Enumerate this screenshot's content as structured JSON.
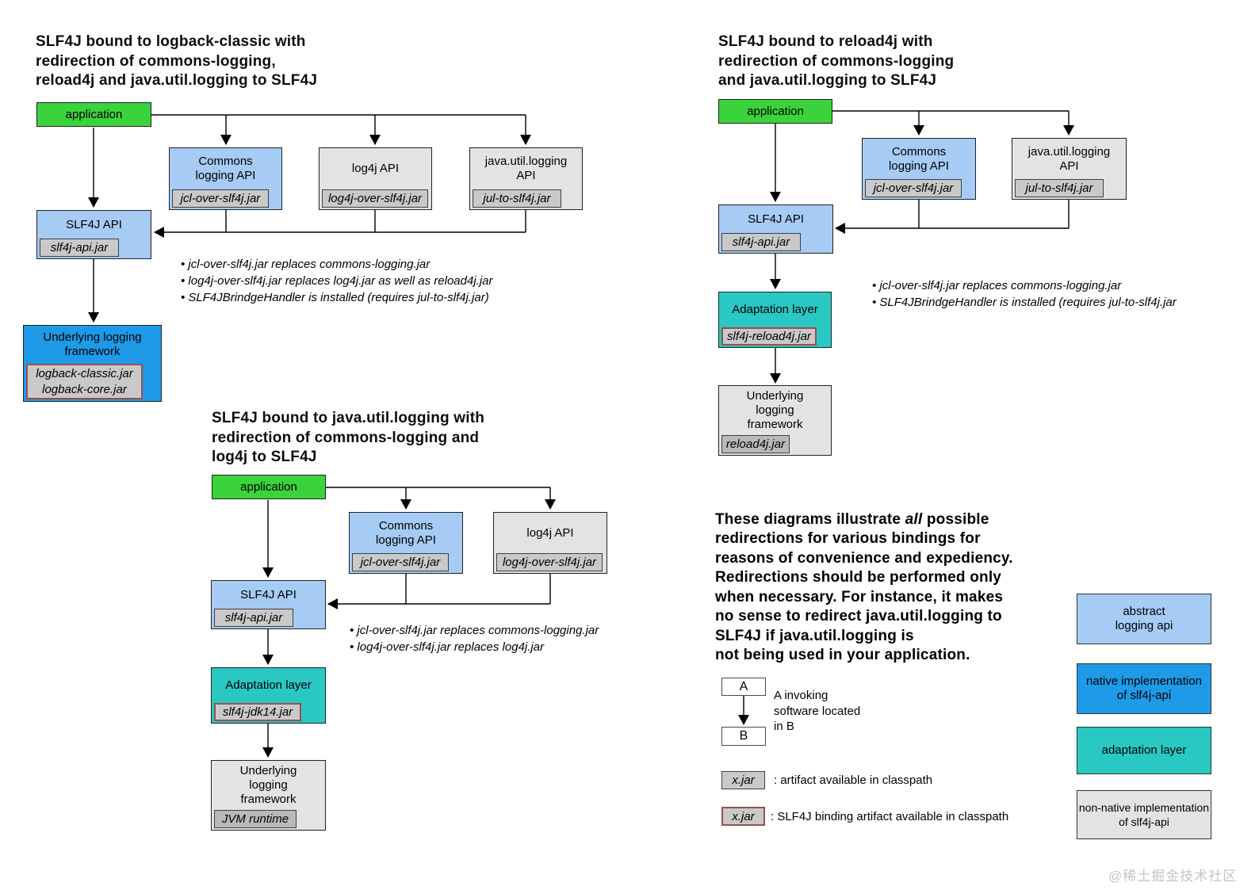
{
  "colors": {
    "application": "#3bd33b",
    "abstract_api": "#a6cbf5",
    "native_impl": "#1e9ae8",
    "adaptation": "#29c8c3",
    "non_native": "#e3e3e3",
    "jar_gray": "#c9c9c9",
    "jar_dark": "#b9b9b9",
    "binding_border": "#99504e"
  },
  "diagrams": [
    {
      "title": "SLF4J bound to logback-classic with\nredirection of commons-logging,\nreload4j and java.util.logging to SLF4J",
      "application": "application",
      "commons": {
        "label": "Commons\nlogging API",
        "jar": "jcl-over-slf4j.jar"
      },
      "log4j": {
        "label": "log4j API",
        "jar": "log4j-over-slf4j.jar"
      },
      "jul": {
        "label": "java.util.logging\nAPI",
        "jar": "jul-to-slf4j.jar"
      },
      "slf4j": {
        "label": "SLF4J API",
        "jar": "slf4j-api.jar"
      },
      "underlying": {
        "label": "Underlying logging\nframework",
        "jar": "logback-classic.jar\nlogback-core.jar"
      },
      "bullets": [
        "• jcl-over-slf4j.jar replaces commons-logging.jar",
        "• log4j-over-slf4j.jar replaces log4j.jar as well as reload4j.jar",
        "• SLF4JBrindgeHandler is installed (requires jul-to-slf4j.jar)"
      ]
    },
    {
      "title": "SLF4J bound to java.util.logging with\nredirection of commons-logging and\nlog4j to SLF4J",
      "application": "application",
      "commons": {
        "label": "Commons\nlogging API",
        "jar": "jcl-over-slf4j.jar"
      },
      "log4j": {
        "label": "log4j API",
        "jar": "log4j-over-slf4j.jar"
      },
      "slf4j": {
        "label": "SLF4J API",
        "jar": "slf4j-api.jar"
      },
      "adaptation": {
        "label": "Adaptation layer",
        "jar": "slf4j-jdk14.jar"
      },
      "underlying": {
        "label": "Underlying\nlogging\nframework",
        "jar": "JVM runtime"
      },
      "bullets": [
        "• jcl-over-slf4j.jar replaces commons-logging.jar",
        "• log4j-over-slf4j.jar replaces log4j.jar"
      ]
    },
    {
      "title": "SLF4J bound to reload4j with\nredirection of commons-logging\nand java.util.logging to SLF4J",
      "application": "application",
      "commons": {
        "label": "Commons\nlogging API",
        "jar": "jcl-over-slf4j.jar"
      },
      "jul": {
        "label": "java.util.logging\nAPI",
        "jar": "jul-to-slf4j.jar"
      },
      "slf4j": {
        "label": "SLF4J API",
        "jar": "slf4j-api.jar"
      },
      "adaptation": {
        "label": "Adaptation layer",
        "jar": "slf4j-reload4j.jar"
      },
      "underlying": {
        "label": "Underlying\nlogging\nframework",
        "jar": "reload4j.jar"
      },
      "bullets": [
        "• jcl-over-slf4j.jar replaces commons-logging.jar",
        "• SLF4JBrindgeHandler is installed (requires jul-to-slf4j.jar"
      ]
    }
  ],
  "note": {
    "prefix": "These diagrams illustrate ",
    "emphasis": "all",
    "suffix": " possible\nredirections for various bindings for\nreasons of convenience and expediency.\nRedirections should be performed only\nwhen necessary. For instance, it makes\nno sense to redirect java.util.logging to\nSLF4J if java.util.logging is\nnot being used in your application."
  },
  "legend": {
    "node_a": "A",
    "node_b": "B",
    "invoke_caption": "A invoking\nsoftware located\nin B",
    "jar_plain": {
      "label": "x.jar",
      "caption": ": artifact available in classpath"
    },
    "jar_binding": {
      "label": "x.jar",
      "caption": ": SLF4J binding artifact available in classpath"
    },
    "color_items": [
      {
        "label": "abstract\nlogging api"
      },
      {
        "label": "native implementation\nof slf4j-api"
      },
      {
        "label": "adaptation layer"
      },
      {
        "label": "non-native implementation\nof slf4j-api"
      }
    ]
  },
  "watermark": "@稀土掘金技术社区"
}
